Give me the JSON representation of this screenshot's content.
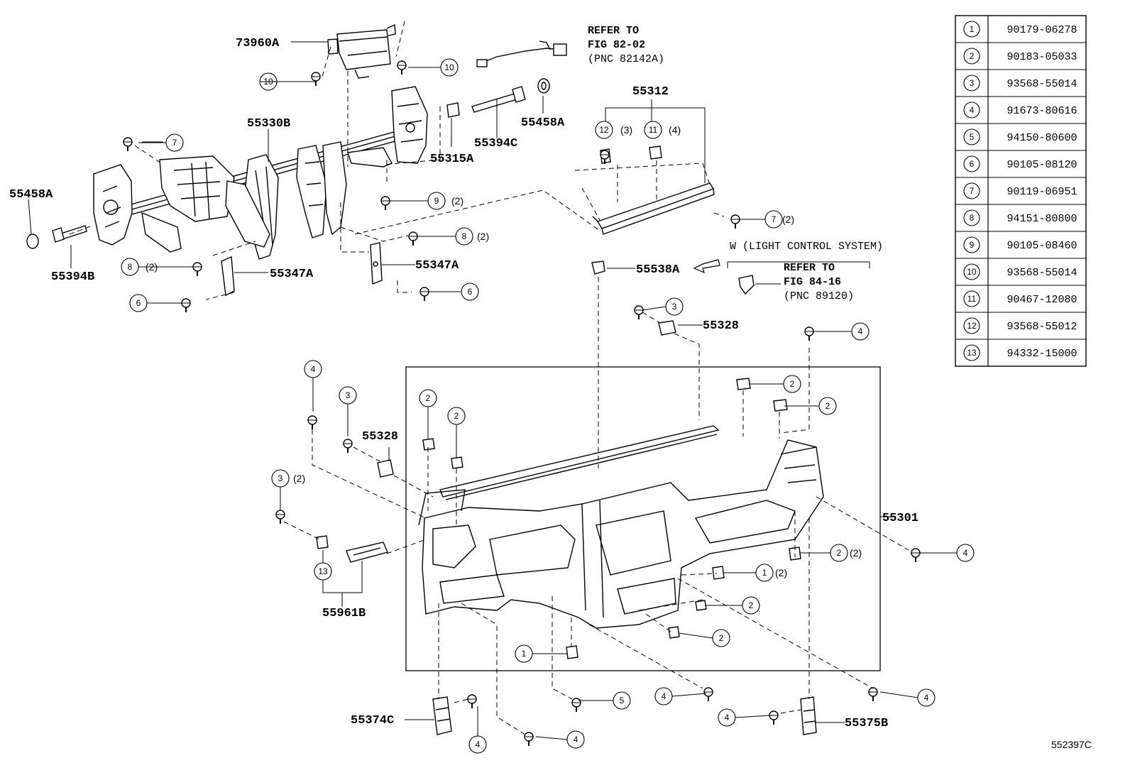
{
  "diagram_id": "552397C",
  "parts_table": [
    {
      "ref": "1",
      "part": "90179-06278"
    },
    {
      "ref": "2",
      "part": "90183-05033"
    },
    {
      "ref": "3",
      "part": "93568-55014"
    },
    {
      "ref": "4",
      "part": "91673-80616"
    },
    {
      "ref": "5",
      "part": "94150-80600"
    },
    {
      "ref": "6",
      "part": "90105-08120"
    },
    {
      "ref": "7",
      "part": "90119-06951"
    },
    {
      "ref": "8",
      "part": "94151-80800"
    },
    {
      "ref": "9",
      "part": "90105-08460"
    },
    {
      "ref": "10",
      "part": "93568-55014"
    },
    {
      "ref": "11",
      "part": "90467-12080"
    },
    {
      "ref": "12",
      "part": "93568-55012"
    },
    {
      "ref": "13",
      "part": "94332-15000"
    }
  ],
  "labels": {
    "p73960A": "73960A",
    "p55330B": "55330B",
    "p55458A_left": "55458A",
    "p55394B": "55394B",
    "p55347A_left": "55347A",
    "p55347A_mid": "55347A",
    "p55315A": "55315A",
    "p55394C": "55394C",
    "p55458A_right": "55458A",
    "p55312": "55312",
    "p55538A": "55538A",
    "p55328_top": "55328",
    "p55328_left": "55328",
    "p55301": "55301",
    "p55961B": "55961B",
    "p55374C": "55374C",
    "p55375B": "55375B"
  },
  "notes": {
    "refer1_l1": "REFER TO",
    "refer1_l2": "FIG 82-02",
    "refer1_l3": "(PNC 82142A)",
    "light_ctrl": "W (LIGHT CONTROL SYSTEM)",
    "refer2_l1": "REFER TO",
    "refer2_l2": "FIG 84-16",
    "refer2_l3": "(PNC 89120)"
  },
  "quantities": {
    "q7_right": "(2)",
    "q8_mid": "(2)",
    "q8_left": "(2)",
    "q9": "(2)",
    "q12": "(3)",
    "q11": "(4)",
    "q3_left": "(2)",
    "q2_right": "(2)",
    "q1_right": "(2)"
  }
}
